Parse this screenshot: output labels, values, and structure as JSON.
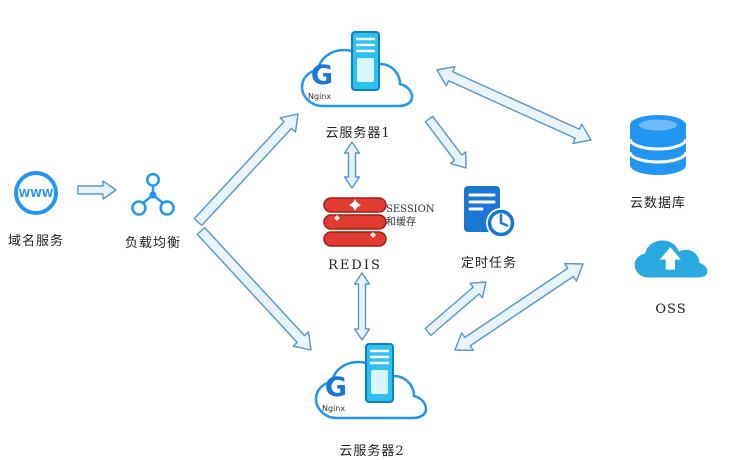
{
  "diagram": {
    "nodes": {
      "domain": {
        "label": "域名服务",
        "icon_text": "WWW"
      },
      "load_balancer": {
        "label": "负载均衡"
      },
      "server1": {
        "label": "云服务器1",
        "sub": "Nginx",
        "logo_letter": "G"
      },
      "server2": {
        "label": "云服务器2",
        "sub": "Nginx",
        "logo_letter": "G"
      },
      "redis": {
        "label": "REDIS",
        "note_line1": "SESSION",
        "note_line2": "和缓存"
      },
      "cron": {
        "label": "定时任务"
      },
      "clouddb": {
        "label": "云数据库"
      },
      "oss": {
        "label": "OSS"
      }
    },
    "edges": [
      {
        "from": "域名服务",
        "to": "负载均衡",
        "direction": "one-way"
      },
      {
        "from": "负载均衡",
        "to": "云服务器1",
        "direction": "one-way"
      },
      {
        "from": "负载均衡",
        "to": "云服务器2",
        "direction": "one-way"
      },
      {
        "from": "云服务器1",
        "to": "REDIS",
        "direction": "two-way"
      },
      {
        "from": "云服务器2",
        "to": "REDIS",
        "direction": "two-way"
      },
      {
        "from": "云服务器1",
        "to": "定时任务",
        "direction": "one-way"
      },
      {
        "from": "云服务器1",
        "to": "云数据库",
        "direction": "two-way"
      },
      {
        "from": "云服务器2",
        "to": "定时任务",
        "direction": "one-way"
      },
      {
        "from": "云服务器2",
        "to": "OSS",
        "direction": "two-way"
      }
    ],
    "colors": {
      "primary_blue": "#2196f3",
      "dark_blue": "#1976d2",
      "cyan": "#2ec0f0",
      "redis_red": "#e23b31",
      "arrow_fill": "#e8f3fc",
      "arrow_stroke": "#5596d2",
      "text": "#222222"
    }
  }
}
